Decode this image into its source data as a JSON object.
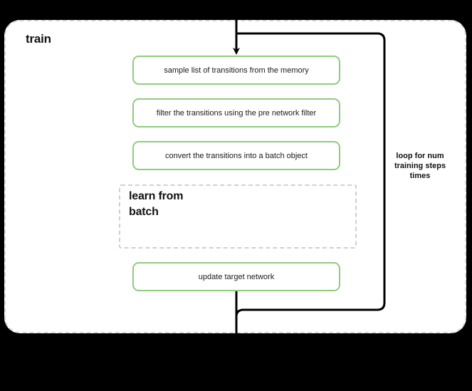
{
  "diagram": {
    "type": "flowchart",
    "background": "#000000",
    "canvas_background": "#ffffff",
    "accent_color": "#8fcc7c",
    "dashed_border_color": "#d9d9d9",
    "connector_color": "#000000",
    "group": {
      "title": "train",
      "style": "dashed-rounded"
    },
    "nodes": [
      {
        "id": "sample",
        "label": "sample list of transitions from the memory",
        "style": "green-rounded"
      },
      {
        "id": "filter",
        "label": "filter the transitions using the pre network filter",
        "style": "green-rounded"
      },
      {
        "id": "convert",
        "label": "convert the transitions into a batch object",
        "style": "green-rounded"
      },
      {
        "id": "update",
        "label": "update target network",
        "style": "green-rounded"
      }
    ],
    "subgroup": {
      "id": "learn-from-batch",
      "title": "learn from batch",
      "style": "dashed-rect"
    },
    "annotations": [
      {
        "id": "loop-label",
        "text": "loop for num training steps times"
      }
    ]
  }
}
